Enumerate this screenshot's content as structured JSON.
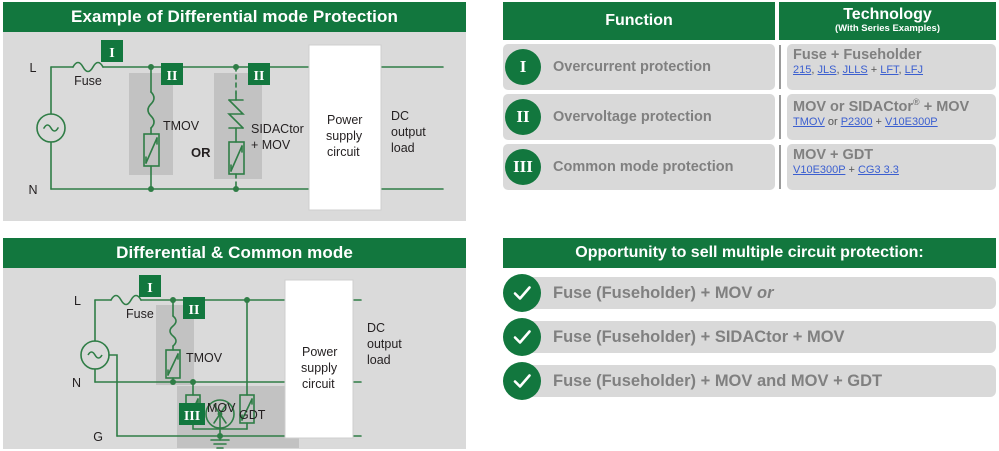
{
  "diagrams": [
    {
      "title": "Example of Differential mode Protection",
      "labels": {
        "line": "L",
        "neutral": "N",
        "fuse": "Fuse",
        "tmov": "TMOV",
        "sidactor": "SIDACtor",
        "sidactor2": "+ MOV",
        "or": "OR",
        "psu_l1": "Power",
        "psu_l2": "supply",
        "psu_l3": "circuit",
        "out_l1": "DC",
        "out_l2": "output",
        "out_l3": "load",
        "badge_fuse": "I",
        "badge_tmov": "II",
        "badge_sidactor": "II"
      }
    },
    {
      "title": "Differential & Common mode",
      "labels": {
        "line": "L",
        "neutral": "N",
        "ground": "G",
        "fuse": "Fuse",
        "tmov": "TMOV",
        "mov": "MOV",
        "gdt": "GDT",
        "psu_l1": "Power",
        "psu_l2": "supply",
        "psu_l3": "circuit",
        "out_l1": "DC",
        "out_l2": "output",
        "out_l3": "load",
        "badge_fuse": "I",
        "badge_tmov": "II",
        "badge_gdt": "III"
      }
    }
  ],
  "table": {
    "headers": {
      "function": "Function",
      "technology": "Technology",
      "technology_sub": "(With Series Examples)"
    },
    "rows": [
      {
        "numeral": "I",
        "function": "Overcurrent protection",
        "tech_main": "Fuse + Fuseholder",
        "tech_sub_parts": [
          {
            "text": "215",
            "link": true
          },
          {
            "text": ", ",
            "link": false
          },
          {
            "text": "JLS",
            "link": true
          },
          {
            "text": ", ",
            "link": false
          },
          {
            "text": "JLLS",
            "link": true
          },
          {
            "text": " + ",
            "link": false
          },
          {
            "text": "LFT",
            "link": true
          },
          {
            "text": ", ",
            "link": false
          },
          {
            "text": "LFJ",
            "link": true
          }
        ]
      },
      {
        "numeral": "II",
        "function": "Overvoltage protection",
        "tech_main": "MOV or SIDACtor® + MOV",
        "tech_sub_parts": [
          {
            "text": "TMOV",
            "link": true
          },
          {
            "text": " or ",
            "link": false
          },
          {
            "text": "P2300",
            "link": true
          },
          {
            "text": " + ",
            "link": false
          },
          {
            "text": "V10E300P",
            "link": true
          }
        ]
      },
      {
        "numeral": "III",
        "function": "Common mode protection",
        "tech_main": "MOV + GDT",
        "tech_sub_parts": [
          {
            "text": "V10E300P",
            "link": true
          },
          {
            "text": " + ",
            "link": false
          },
          {
            "text": "CG3 3.3",
            "link": true
          }
        ]
      }
    ]
  },
  "opportunity": {
    "title": "Opportunity to sell multiple circuit protection:",
    "items": [
      {
        "text": "Fuse (Fuseholder) + MOV ",
        "emphasis": "or"
      },
      {
        "text": "Fuse (Fuseholder) + SIDACtor + MOV",
        "emphasis": ""
      },
      {
        "text": "Fuse (Fuseholder) + MOV and MOV + GDT",
        "emphasis": ""
      }
    ],
    "check_glyph": "✓"
  },
  "colors": {
    "brand_green": "#12773e",
    "panel_gray": "#dadada",
    "row_gray": "#d9d9d9",
    "text_gray": "#808080",
    "link_blue": "#3b5fd0",
    "wire_green": "#2f7d46"
  }
}
